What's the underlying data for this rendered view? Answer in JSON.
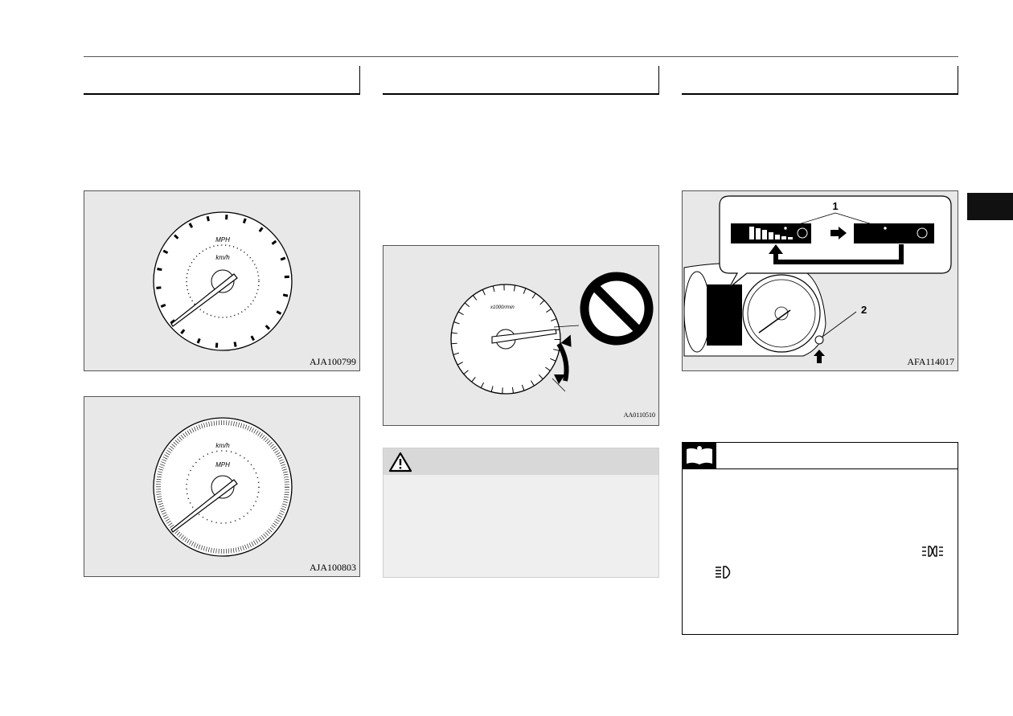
{
  "figures": {
    "speedo_mph": {
      "code": "AJA100799",
      "outer_label": "MPH",
      "inner_label": "km/h"
    },
    "speedo_kmh": {
      "code": "AJA100803",
      "outer_label": "km/h",
      "inner_label": "MPH"
    },
    "tachometer": {
      "code": "AA0110510",
      "unit_label": "x1000r/min"
    },
    "rheostat": {
      "code": "AFA114017",
      "callout_1": "1",
      "callout_2": "2"
    }
  },
  "icons": {
    "caution": "warning-triangle-icon",
    "note": "open-book-icon",
    "headlamp_high": "headlamp-high-beam-icon",
    "headlamp_low": "headlamp-low-beam-icon",
    "prohibited": "prohibited-sign-icon"
  },
  "colors": {
    "figure_bg": "#e8e8e8",
    "caution_bg": "#efefef",
    "caution_head": "#d8d8d8",
    "tab": "#111111"
  }
}
